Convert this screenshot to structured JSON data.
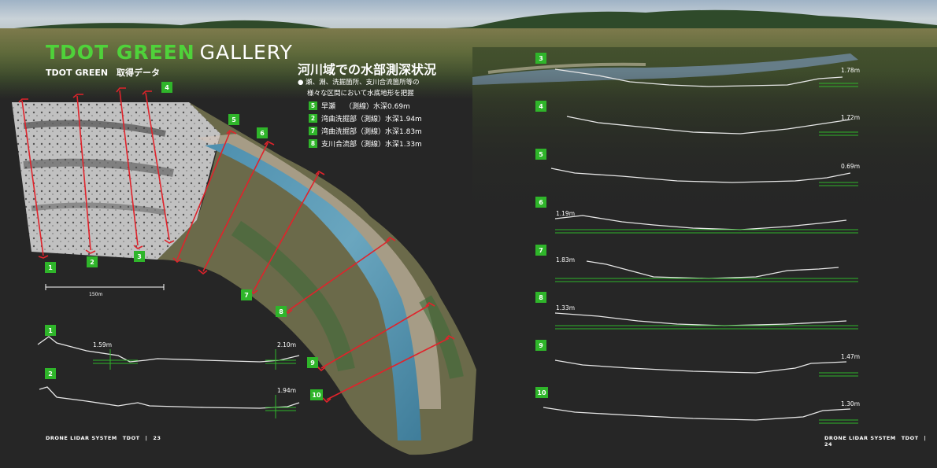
{
  "header": {
    "title_green": "TDOT GREEN",
    "title_white": "GALLERY",
    "subtitle": "TDOT GREEN　取得データ"
  },
  "section": {
    "heading": "河川域での水部測深状況",
    "bullet_line1": "瀬、淵、洗掘箇所、支川合流箇所等の",
    "bullet_line2": "様々な区間において水底地形を把握",
    "legend": [
      {
        "num": "5",
        "label": "早瀬",
        "value": "（測線）水深0.69m"
      },
      {
        "num": "2",
        "label": "湾曲洗掘部",
        "value": "（測線）水深1.94m"
      },
      {
        "num": "7",
        "label": "湾曲洗掘部",
        "value": "（測線）水深1.83m"
      },
      {
        "num": "8",
        "label": "支川合流部",
        "value": "（測線）水深1.33m"
      }
    ]
  },
  "map": {
    "scale_label": "150m",
    "line_labels": [
      "1",
      "2",
      "3",
      "4",
      "5",
      "6",
      "7",
      "8",
      "9",
      "10"
    ]
  },
  "left_profiles": [
    {
      "num": "1",
      "depths": [
        "1.59m",
        "2.10m"
      ]
    },
    {
      "num": "2",
      "depths": [
        "1.94m"
      ]
    }
  ],
  "right_profiles": [
    {
      "num": "3",
      "depth": "1.78m"
    },
    {
      "num": "4",
      "depth": "1.72m"
    },
    {
      "num": "5",
      "depth": "0.69m"
    },
    {
      "num": "6",
      "depth": "1.19m"
    },
    {
      "num": "7",
      "depth": "1.83m"
    },
    {
      "num": "8",
      "depth": "1.33m"
    },
    {
      "num": "9",
      "depth": "1.47m"
    },
    {
      "num": "10",
      "depth": "1.30m"
    }
  ],
  "footer": {
    "left": "DRONE LIDAR SYSTEM　TDOT　|　23",
    "right": "DRONE LIDAR SYSTEM　TDOT　|　24"
  },
  "colors": {
    "accent_green": "#2fb52a",
    "title_green": "#4fd23a",
    "section_marker": "#e0232b",
    "background": "#262626"
  }
}
